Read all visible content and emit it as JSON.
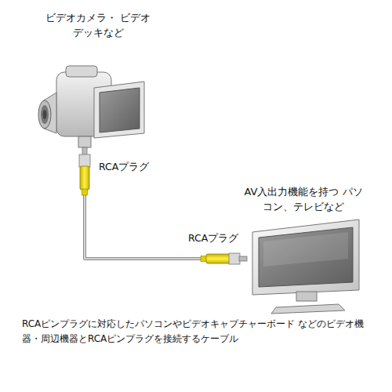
{
  "diagram": {
    "caption": "RCAピンプラグに対応したパソコンやビデオキャプチャーボード などのビデオ機器・周辺機器とRCAピンプラグを接続するケーブル",
    "nodes": [
      {
        "text": [
          "ビデオカメラ・ ビデオデッキなど"
        ]
      },
      {
        "text": [
          "AV入出力機能を持つ パソコン、テレビなど"
        ]
      }
    ],
    "edges": [
      {
        "from": 0,
        "to": 1,
        "arrow": "none"
      }
    ],
    "labels": [
      "RCAプラグ",
      "RCAプラグ"
    ]
  }
}
